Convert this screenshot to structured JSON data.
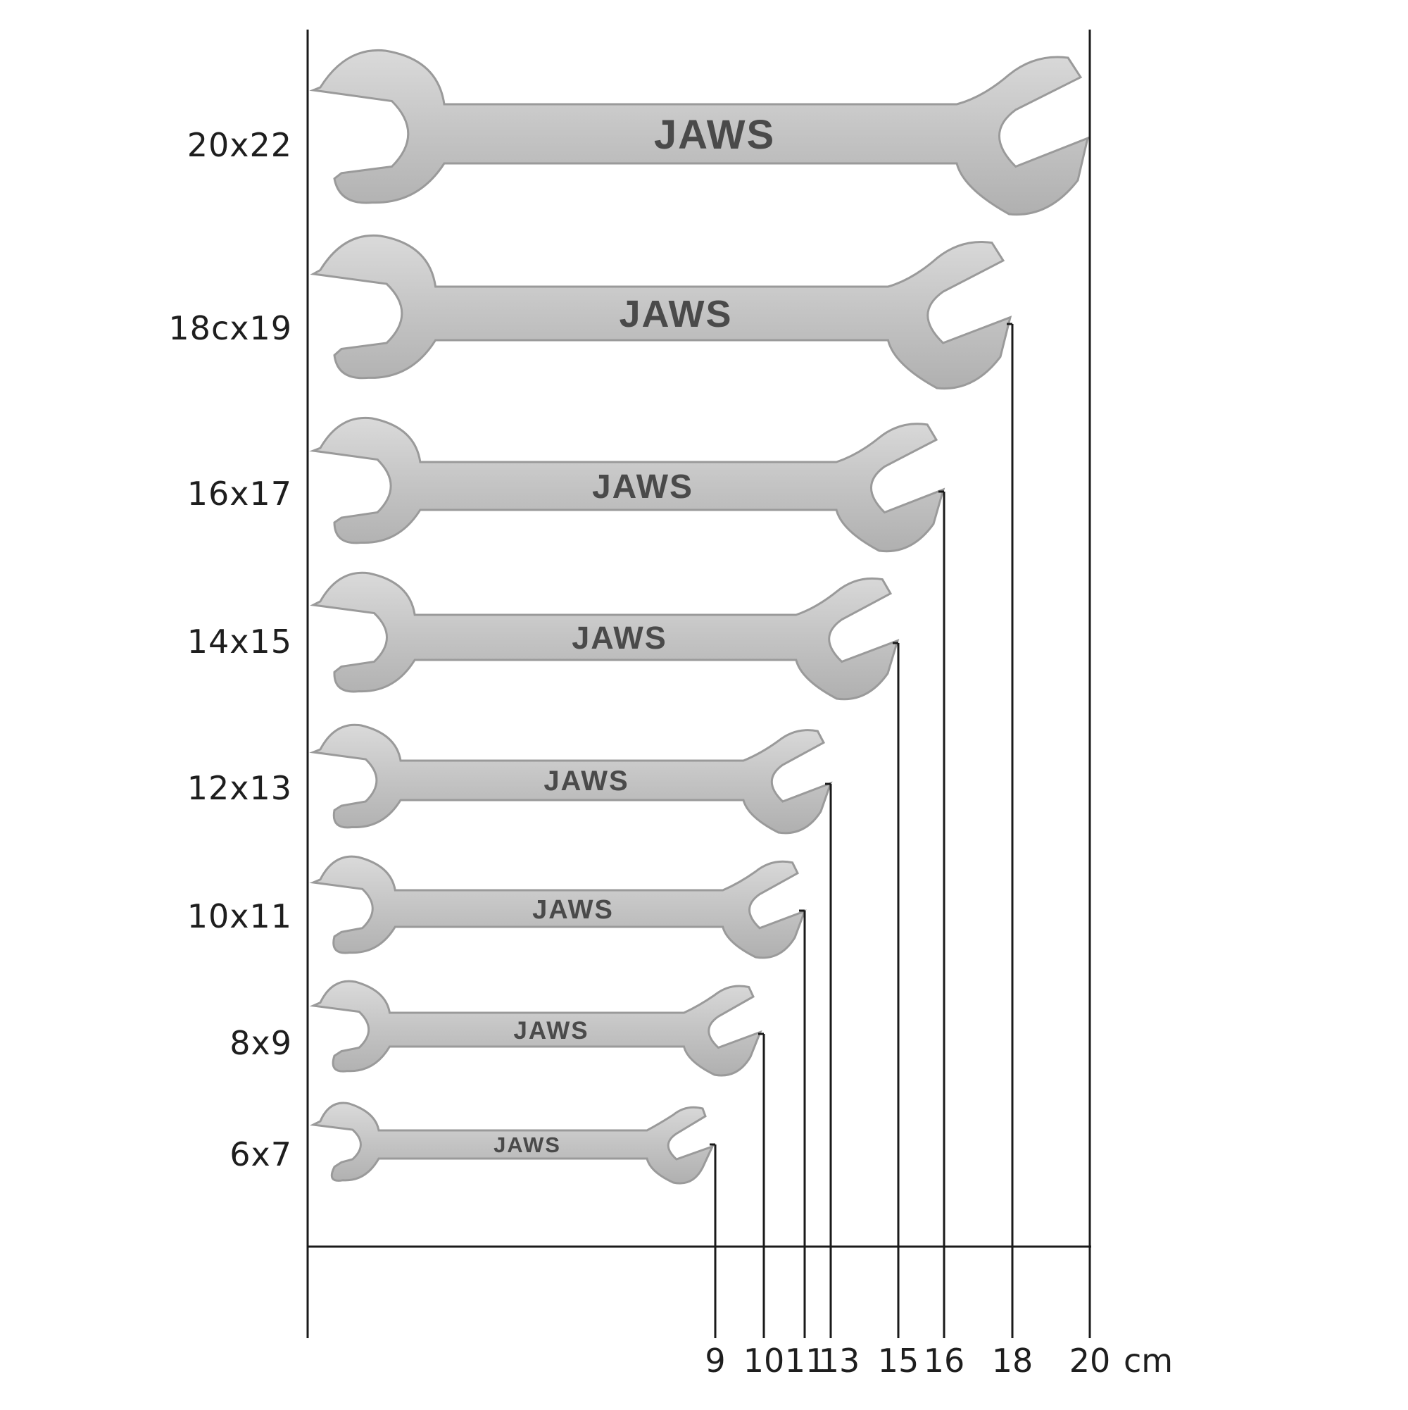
{
  "wrenches": [
    {
      "size": "20x22",
      "brand": "JAWS",
      "length_mark": "20"
    },
    {
      "size": "18cx19",
      "brand": "JAWS",
      "length_mark": "18"
    },
    {
      "size": "16x17",
      "brand": "JAWS",
      "length_mark": "16"
    },
    {
      "size": "14x15",
      "brand": "JAWS",
      "length_mark": "15"
    },
    {
      "size": "12x13",
      "brand": "JAWS",
      "length_mark": "13"
    },
    {
      "size": "10x11",
      "brand": "JAWS",
      "length_mark": "11"
    },
    {
      "size": "8x9",
      "brand": "JAWS",
      "length_mark": "10"
    },
    {
      "size": "6x7",
      "brand": "JAWS",
      "length_mark": "9"
    }
  ],
  "scale": {
    "ticks": [
      "9",
      "10",
      "11",
      "13",
      "15",
      "16",
      "18",
      "20"
    ],
    "unit": "cm"
  },
  "colors": {
    "steel_light": "#cfcfcf",
    "steel_mid": "#b4b4b4",
    "steel_edge": "#9a9a9a",
    "brand_text": "#4a4a4a",
    "lines": "#1a1a1a"
  }
}
